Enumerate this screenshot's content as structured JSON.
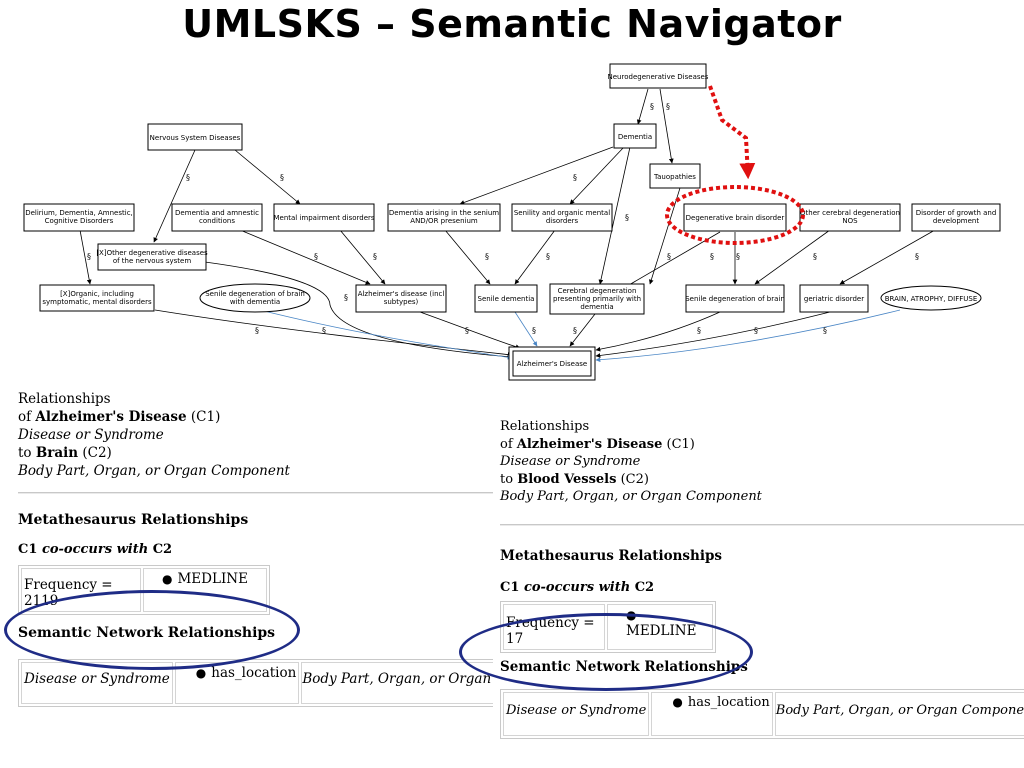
{
  "title": "UMLSKS – Semantic Navigator",
  "graph": {
    "nodes": {
      "neuro": [
        "Neurodegenerative Diseases"
      ],
      "nervous": [
        "Nervous System Diseases"
      ],
      "dementia": [
        "Dementia"
      ],
      "tauo": [
        "Tauopathies"
      ],
      "delirium": [
        "Delirium, Dementia, Amnestic,",
        "Cognitive Disorders"
      ],
      "dem_amn": [
        "Dementia and amnestic",
        "conditions"
      ],
      "mental": [
        "Mental impairment disorders"
      ],
      "dem_sen": [
        "Dementia arising in the senium",
        "AND/OR presenium"
      ],
      "senility": [
        "Senility and organic mental",
        "disorders"
      ],
      "degbrain": [
        "Degenerative brain disorder"
      ],
      "othercer": [
        "Other cerebral degeneration",
        "NOS"
      ],
      "growth": [
        "Disorder of growth and",
        "development"
      ],
      "xother": [
        "[X]Other degenerative diseases",
        "of the nervous system"
      ],
      "xorganic": [
        "[X]Organic, including",
        "symptomatic, mental disorders"
      ],
      "senile_brain_oval": [
        "Senile degeneration of brain",
        "with dementia"
      ],
      "alz_incl": [
        "Alzheimer's disease (incl",
        "subtypes)"
      ],
      "senile_dem": [
        "Senile dementia"
      ],
      "cerebral_deg": [
        "Cerebral degeneration",
        "presenting primarily with",
        "dementia"
      ],
      "senile_brain": [
        "Senile degeneration of brain"
      ],
      "geriatric": [
        "geriatric disorder"
      ],
      "brain_atrophy": [
        "BRAIN, ATROPHY, DIFFUSE"
      ],
      "alz": [
        "Alzheimer's Disease"
      ]
    },
    "edge_label": "§"
  },
  "left_panel": {
    "relationships_label": "Relationships",
    "of_label": "of",
    "concept1_name": "Alzheimer's Disease",
    "concept1_code": "(C1)",
    "concept1_type": "Disease or Syndrome",
    "to_label": "to",
    "concept2_name": "Brain",
    "concept2_code": "(C2)",
    "concept2_type": "Body Part, Organ, or Organ Component",
    "meta_heading": "Metathesaurus Relationships",
    "co_c1": "C1",
    "co_verb": "co-occurs with",
    "co_c2": "C2",
    "frequency": "Frequency = 2119",
    "source": "MEDLINE",
    "semnet_heading": "Semantic Network Relationships",
    "semnet_subject": "Disease or Syndrome",
    "semnet_relation": "has_location",
    "semnet_object": "Body Part, Organ, or Organ Co"
  },
  "right_panel": {
    "relationships_label": "Relationships",
    "of_label": "of",
    "concept1_name": "Alzheimer's Disease",
    "concept1_code": "(C1)",
    "concept1_type": "Disease or Syndrome",
    "to_label": "to",
    "concept2_name": "Blood Vessels",
    "concept2_code": "(C2)",
    "concept2_type": "Body Part, Organ, or Organ Component",
    "meta_heading": "Metathesaurus Relationships",
    "co_c1": "C1",
    "co_verb": "co-occurs with",
    "co_c2": "C2",
    "frequency": "Frequency = 17",
    "source": "MEDLINE",
    "semnet_heading": "Semantic Network Relationships",
    "semnet_subject": "Disease or Syndrome",
    "semnet_relation": "has_location",
    "semnet_object": "Body Part, Organ, or Organ Component"
  },
  "colors": {
    "highlight_red": "#e01010",
    "oval_blue": "#1f2c86",
    "edge_blue": "#4a86c5"
  }
}
